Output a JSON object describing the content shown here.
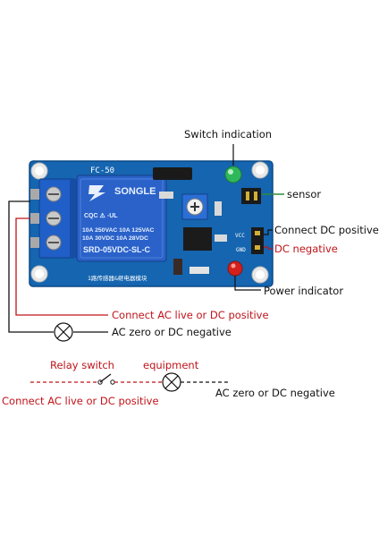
{
  "labels": {
    "switch_indication": "Switch indication",
    "sensor": "sensor",
    "connect_dc_positive": "Connect DC positive",
    "dc_negative": "DC negative",
    "power_indicator": "Power indicator",
    "connect_ac_live_top": "Connect AC live or DC positive",
    "ac_zero_top": "AC zero or DC negative",
    "relay_switch": "Relay switch",
    "equipment": "equipment",
    "connect_ac_live_bottom": "Connect AC live or DC positive",
    "ac_zero_bottom": "AC zero or DC negative"
  },
  "board": {
    "model": "FC-50",
    "relay_brand": "SONGLE",
    "relay_line1": "10A 250VAC  10A 125VAC",
    "relay_line2": "10A  30VDC  10A  28VDC",
    "relay_model": "SRD-05VDC-SL-C",
    "bottom_silk": "1路传感器&继电器模块",
    "pin_vcc": "VCC",
    "pin_gnd": "GND"
  },
  "colors": {
    "board_blue": "#1565b0",
    "terminal_blue": "#1f5fc7",
    "relay_blue": "#2a62c9",
    "wire_red": "#c0141a",
    "wire_black": "#111111",
    "wire_green": "#2e8b3a",
    "led_green": "#2fb85a",
    "led_red": "#d3201c"
  }
}
